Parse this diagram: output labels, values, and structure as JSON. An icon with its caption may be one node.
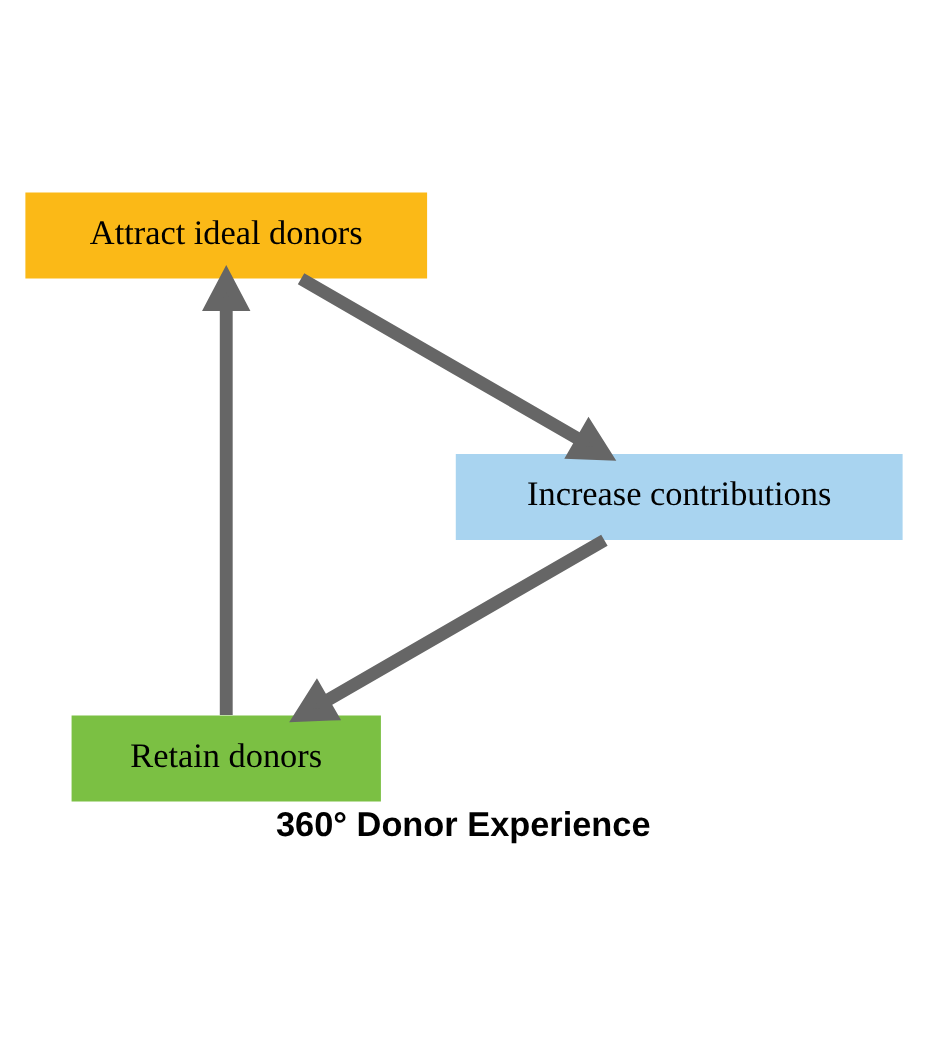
{
  "diagram": {
    "caption": "360° Donor Experience",
    "nodes": [
      {
        "text": [
          "Retain donors"
        ]
      },
      {
        "text": [
          "Attract ideal donors"
        ]
      },
      {
        "text": [
          "Increase contributions"
        ]
      }
    ],
    "edges": [
      {
        "from": 0,
        "to": 1,
        "arrow": "to"
      },
      {
        "from": 1,
        "to": 2,
        "arrow": "to"
      },
      {
        "from": 2,
        "to": 0,
        "arrow": "to"
      }
    ]
  }
}
